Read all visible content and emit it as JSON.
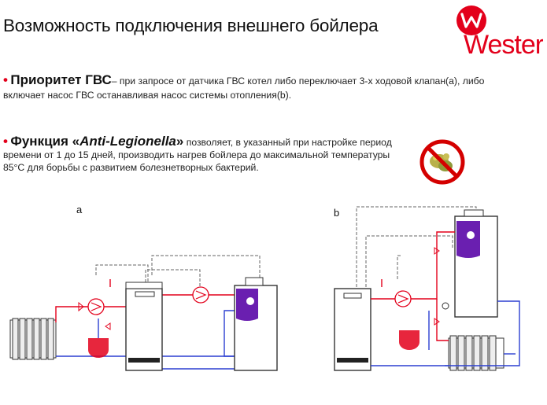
{
  "title": "Возможность подключения внешнего бойлера",
  "logo": {
    "text": "Wester",
    "accent": "#e3001b"
  },
  "priority": {
    "bullet": "•",
    "heading": "Приоритет ГВС",
    "dash": "–",
    "text": " при запросе от датчика ГВС котел либо переключает 3-х ходовой клапан(a), либо включает насос ГВС останавливая насос системы отопления(b)."
  },
  "legionella": {
    "bullet": "•",
    "heading_pre": "Функция «",
    "heading_name": "Anti-Legionella",
    "heading_post": "»",
    "text": " позволяет, в указанный при настройке период времени от 1 до 15 дней, производить нагрев бойлера до максимальной температуры 85°C для борьбы с развитием болезнетворных бактерий."
  },
  "icons": {
    "prohibition": "no-bacteria-icon"
  },
  "diagram": {
    "label_a": "a",
    "label_b": "b"
  },
  "colors": {
    "supply": "#e3001b",
    "return": "#2b3fd1",
    "control": "#555555",
    "boiler_coil": "#6a1fb0"
  }
}
